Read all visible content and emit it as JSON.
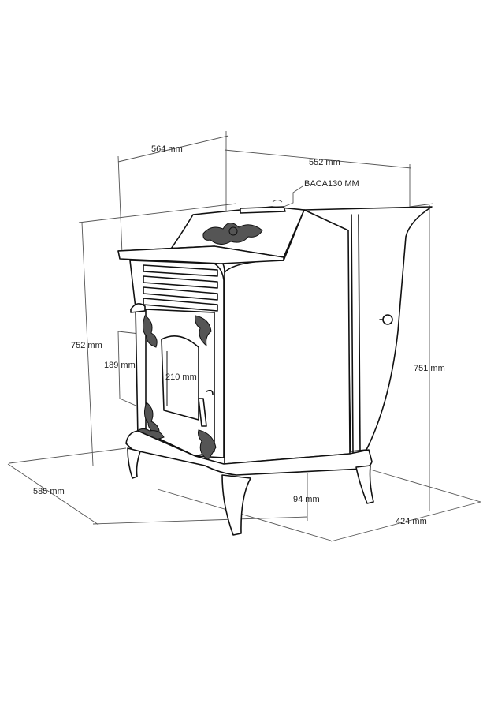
{
  "dimensions": {
    "depth_top": "564 mm",
    "width_top": "552 mm",
    "flue": "BACA130 MM",
    "height_left": "752 mm",
    "height_right": "751 mm",
    "door_height": "189 mm",
    "door_width": "210 mm",
    "depth_bottom": "585 mm",
    "leg_height": "94 mm",
    "width_bottom": "424 mm"
  }
}
